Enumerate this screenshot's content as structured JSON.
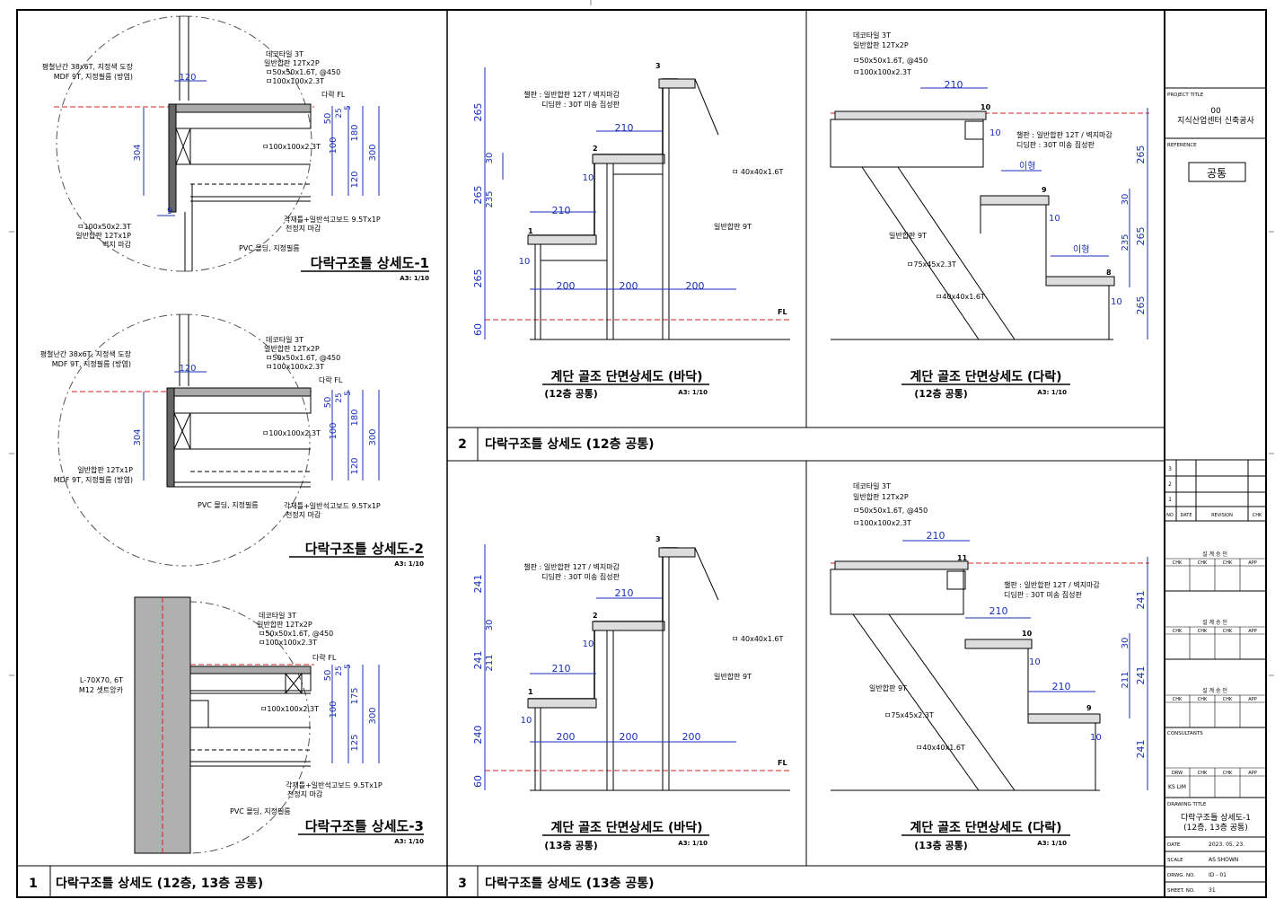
{
  "colors": {
    "dimension": "#1a2fb8",
    "axis_red": "#d42020",
    "hatch": "#9a9a9a",
    "ink": "#000000"
  },
  "detail1": {
    "labels": [
      "평철난간 38x6T, 지정색 도장",
      "MDF 9T, 지정필름 (방염)",
      "데코타일 3T",
      "일반합판 12Tx2P",
      "ㅁ50x50x1.6T, @450",
      "ㅁ100x100x2.3T",
      "ㅁ100x100x2.3T",
      "ㅁ100x50x2.3T",
      "일반합판 12Tx1P",
      "벽지 마감",
      "각재틀+일반석고보드 9.5Tx1P",
      "천정지 마감",
      "PVC 몰딩, 지정필름"
    ],
    "fl": "다락 FL",
    "dims": [
      "120",
      "304",
      "9",
      "50",
      "25",
      "5",
      "100",
      "180",
      "300",
      "120"
    ],
    "title": "다락구조틀 상세도-1",
    "scale": "A3: 1/10"
  },
  "detail2": {
    "labels": [
      "평철난간 38x6T, 지정색 도장",
      "MDF 9T, 지정필름 (방염)",
      "데코타일 3T",
      "일반합판 12Tx2P",
      "ㅁ50x50x1.6T, @450",
      "ㅁ100x100x2.3T",
      "ㅁ100x100x2.3T",
      "일반합판 12Tx1P",
      "MDF 9T, 지정필름 (방염)",
      "PVC 몰딩, 지정필름",
      "각재틀+일반석고보드 9.5Tx1P",
      "천정지 마감"
    ],
    "fl": "다락 FL",
    "dims": [
      "120",
      "304",
      "50",
      "25",
      "5",
      "100",
      "180",
      "300",
      "120"
    ],
    "title": "다락구조틀 상세도-2",
    "scale": "A3: 1/10"
  },
  "detail3": {
    "labels": [
      "데코타일 3T",
      "일반합판 12Tx2P",
      "ㅁ50x50x1.6T, @450",
      "ㅁ100x100x2.3T",
      "L-70X70, 6T",
      "M12 셋트앙카",
      "ㅁ100x100x2.3T",
      "각재틀+일반석고보드 9.5Tx1P",
      "천정지 마감",
      "PVC 몰딩, 지정필름"
    ],
    "fl": "다락 FL",
    "dims": [
      "50",
      "25",
      "5",
      "175",
      "100",
      "300",
      "125"
    ],
    "title": "다락구조틀 상세도-3",
    "scale": "A3: 1/10"
  },
  "stair_floor_12": {
    "labels": [
      "챌판 : 일반합판 12T / 벽지마감",
      "디딤판 : 30T 미송 집성판",
      "ㅁ 40x40x1.6T",
      "일반합판 9T"
    ],
    "step_nums": [
      "1",
      "2",
      "3"
    ],
    "fl": "FL",
    "dims_v": [
      "265",
      "30",
      "235",
      "265",
      "265",
      "60"
    ],
    "dims_h": [
      "210",
      "210",
      "200",
      "200",
      "200"
    ],
    "dims_small": [
      "10",
      "10"
    ],
    "title": "계단 골조 단면상세도 (바닥)",
    "sub": "(12층 공통)",
    "scale": "A3: 1/10"
  },
  "stair_loft_12": {
    "labels": [
      "데코타일 3T",
      "일반합판 12Tx2P",
      "ㅁ50x50x1.6T, @450",
      "ㅁ100x100x2.3T",
      "챌판 : 일반합판 12T / 벽지마감",
      "디딤판 : 30T 미송 집성판",
      "일반합판 9T",
      "ㅁ75x45x2.3T",
      "ㅁ40x40x1.6T"
    ],
    "step_nums": [
      "10",
      "9",
      "8"
    ],
    "other": "이형",
    "dims_v": [
      "265",
      "30",
      "235",
      "265",
      "265"
    ],
    "dims_h": [
      "210"
    ],
    "dims_small": [
      "10",
      "10",
      "10"
    ],
    "title": "계단 골조 단면상세도 (다락)",
    "sub": "(12층 공통)",
    "scale": "A3: 1/10"
  },
  "stair_floor_13": {
    "labels": [
      "챌판 : 일반합판 12T / 벽지마감",
      "디딤판 : 30T 미송 집성판",
      "ㅁ 40x40x1.6T",
      "일반합판 9T"
    ],
    "step_nums": [
      "1",
      "2",
      "3"
    ],
    "fl": "FL",
    "dims_v": [
      "241",
      "30",
      "211",
      "241",
      "240",
      "60"
    ],
    "dims_h": [
      "210",
      "210",
      "200",
      "200",
      "200"
    ],
    "dims_small": [
      "10",
      "10"
    ],
    "title": "계단 골조 단면상세도 (바닥)",
    "sub": "(13층 공통)",
    "scale": "A3: 1/10"
  },
  "stair_loft_13": {
    "labels": [
      "데코타일 3T",
      "일반합판 12Tx2P",
      "ㅁ50x50x1.6T, @450",
      "ㅁ100x100x2.3T",
      "챌판 : 일반합판 12T / 벽지마감",
      "디딤판 : 30T 미송 집성판",
      "일반합판 9T",
      "ㅁ75x45x2.3T",
      "ㅁ40x40x1.6T"
    ],
    "step_nums": [
      "11",
      "10",
      "9"
    ],
    "dims_v": [
      "241",
      "30",
      "211",
      "241",
      "241"
    ],
    "dims_h": [
      "210",
      "210",
      "210"
    ],
    "dims_small": [
      "10",
      "10"
    ],
    "title": "계단 골조 단면상세도 (다락)",
    "sub": "(13층 공통)",
    "scale": "A3: 1/10"
  },
  "sections": [
    {
      "num": "1",
      "title": "다락구조틀 상세도 (12층, 13층 공통)"
    },
    {
      "num": "2",
      "title": "다락구조틀 상세도 (12층 공통)"
    },
    {
      "num": "3",
      "title": "다락구조틀 상세도 (13층 공통)"
    }
  ],
  "titleblock": {
    "project_label": "PROJECT TITLE",
    "project_code": "00",
    "project_name": "지식산업센터 신축공사",
    "reference_label": "REFERENCE",
    "reference_value": "공통",
    "revision_rows": [
      "3",
      "2",
      "1"
    ],
    "revision_headers": [
      "NO",
      "DATE",
      "REVISION",
      "CHK"
    ],
    "approval_title": "설 계 승 인",
    "approval_headers": [
      "CHK",
      "CHK",
      "CHK",
      "APP"
    ],
    "consultants_label": "CONSULTANTS",
    "drw_headers": [
      "DRW",
      "CHK",
      "CHK",
      "APP"
    ],
    "drawn_by": "KS LIM",
    "drawing_title_label": "DRAWING TITLE",
    "drawing_title_1": "다락구조틀 상세도-1",
    "drawing_title_2": "(12층, 13층 공통)",
    "date_label": "DATE",
    "date_value": "2023. 05. 23.",
    "scale_label": "SCALE",
    "scale_value": "AS SHOWN",
    "dwg_label": "DRWG. NO.",
    "dwg_value": "ID - 01",
    "sheet_label": "SHEET. NO.",
    "sheet_value": "31"
  }
}
